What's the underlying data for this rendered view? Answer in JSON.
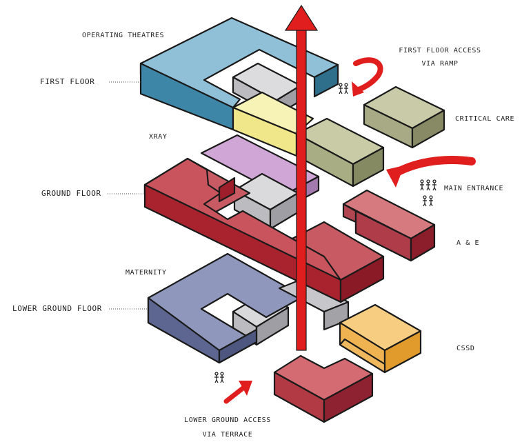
{
  "floors": {
    "first": "FIRST FLOOR",
    "ground": "GROUND FLOOR",
    "lower_ground": "LOWER GROUND FLOOR"
  },
  "departments": {
    "operating_theatres": "OPERATING THEATRES",
    "xray": "XRAY",
    "critical_care": "CRITICAL CARE",
    "ae": "A & E",
    "maternity": "MATERNITY",
    "cssd": "CSSD"
  },
  "access": {
    "first_floor_line1": "FIRST FLOOR ACCESS",
    "first_floor_line2": "VIA RAMP",
    "main_entrance": "MAIN ENTRANCE",
    "lower_ground_line1": "LOWER GROUND ACCESS",
    "lower_ground_line2": "VIA TERRACE"
  },
  "colors": {
    "first_floor_blue": "#5b9cbc",
    "xray_yellow": "#f2eb9a",
    "critical_care_olive": "#a9ad88",
    "xray_lilac": "#c9a2cf",
    "ground_floor_red": "#c04a55",
    "ae_rose": "#b8525a",
    "lower_ground_slate": "#6f78a0",
    "cssd_orange": "#f0b85c",
    "grey_core": "#b9b9bd",
    "circulation_red": "#e01e1e"
  }
}
